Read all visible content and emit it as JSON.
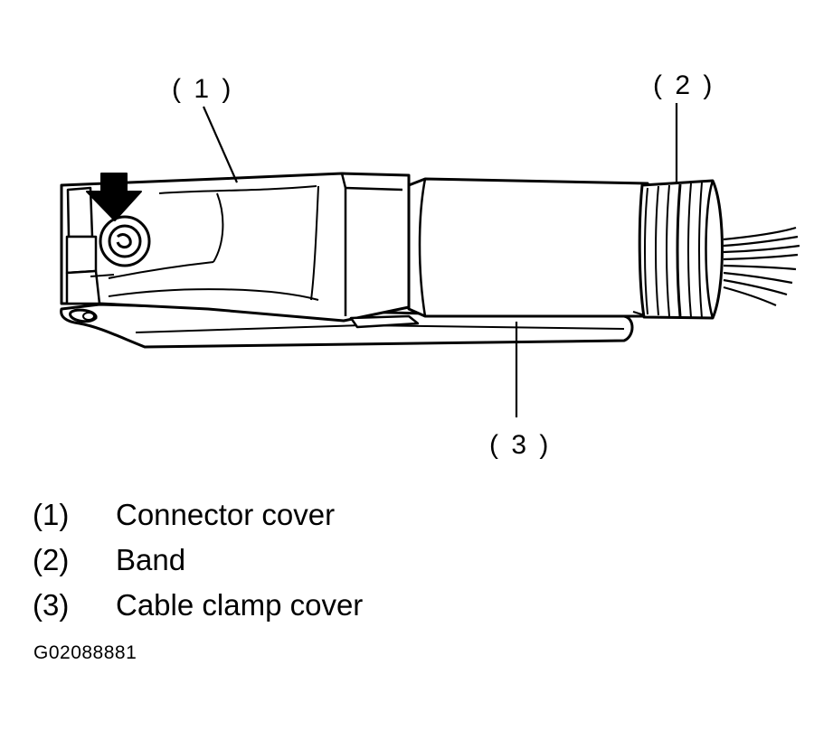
{
  "figure": {
    "callouts": [
      {
        "label": "( 1 )"
      },
      {
        "label": "( 2 )"
      },
      {
        "label": "( 3 )"
      }
    ]
  },
  "legend": {
    "items": [
      {
        "number": "(1)",
        "text": "Connector cover"
      },
      {
        "number": "(2)",
        "text": "Band"
      },
      {
        "number": "(3)",
        "text": "Cable clamp cover"
      }
    ]
  },
  "figure_code": "G02088881"
}
